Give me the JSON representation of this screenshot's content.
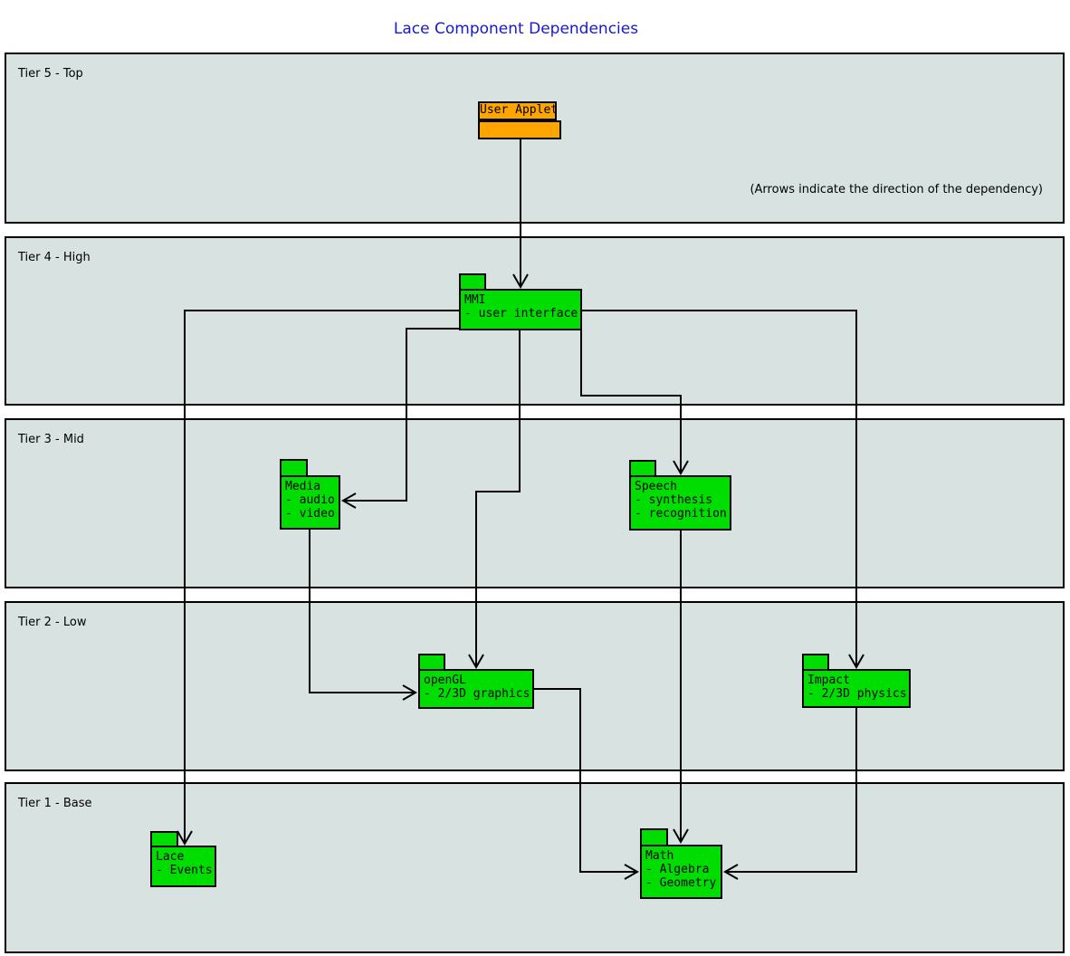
{
  "title": "Lace Component Dependencies",
  "annotation": "(Arrows indicate the direction of the dependency)",
  "colors": {
    "title_text": "#1717d6",
    "tier_background": "#d8e3e1",
    "component_fill": "#00dd00",
    "applet_fill": "#ffa500",
    "line": "#000000"
  },
  "tiers": {
    "tier5": {
      "label": "Tier 5 - Top"
    },
    "tier4": {
      "label": "Tier 4 - High"
    },
    "tier3": {
      "label": "Tier 3 - Mid"
    },
    "tier2": {
      "label": "Tier 2 - Low"
    },
    "tier1": {
      "label": "Tier 1 - Base"
    }
  },
  "components": {
    "user_applet": {
      "label": "User Applet"
    },
    "mmi": {
      "name": "MMI",
      "items": [
        "- user interface"
      ]
    },
    "media": {
      "name": "Media",
      "items": [
        "- audio",
        "- video"
      ]
    },
    "speech": {
      "name": "Speech",
      "items": [
        "- synthesis",
        "- recognition"
      ]
    },
    "opengl": {
      "name": "openGL",
      "items": [
        "- 2/3D graphics"
      ]
    },
    "impact": {
      "name": "Impact",
      "items": [
        "- 2/3D physics"
      ]
    },
    "lace": {
      "name": "Lace",
      "items": [
        "- Events"
      ]
    },
    "math": {
      "name": "Math",
      "items": [
        "- Algebra",
        "- Geometry"
      ]
    }
  },
  "dependencies": [
    {
      "from": "User Applet",
      "to": "MMI"
    },
    {
      "from": "MMI",
      "to": "Lace"
    },
    {
      "from": "MMI",
      "to": "Media"
    },
    {
      "from": "MMI",
      "to": "openGL"
    },
    {
      "from": "MMI",
      "to": "Speech"
    },
    {
      "from": "MMI",
      "to": "Impact"
    },
    {
      "from": "Media",
      "to": "openGL"
    },
    {
      "from": "Speech",
      "to": "Math"
    },
    {
      "from": "openGL",
      "to": "Math"
    },
    {
      "from": "Impact",
      "to": "Math"
    }
  ]
}
